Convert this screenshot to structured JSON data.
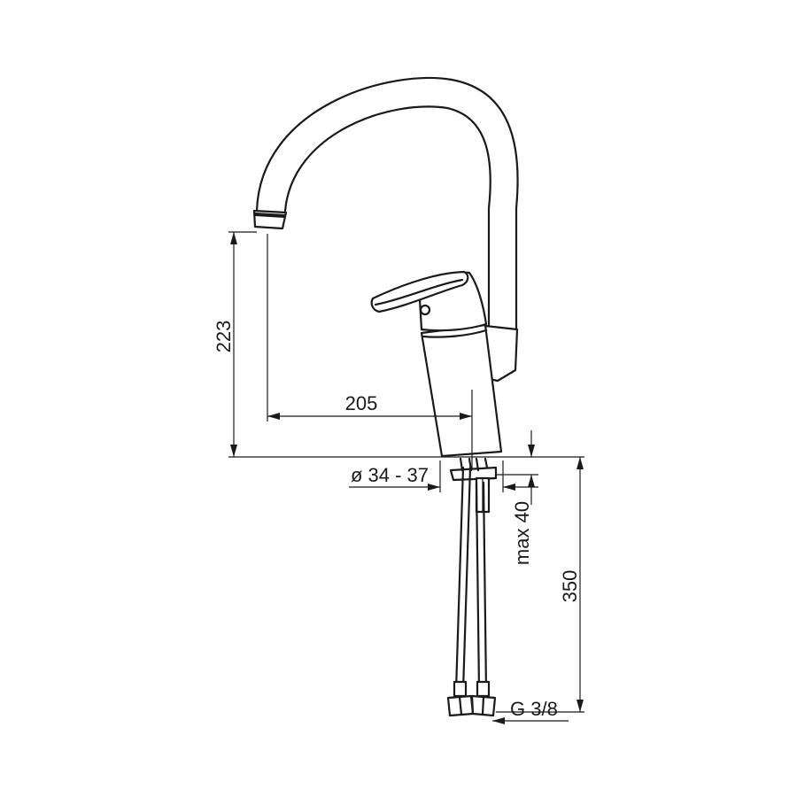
{
  "diagram": {
    "subject": "single-lever kitchen faucet with high swivel spout",
    "units": "mm",
    "line_color": "#1a1a1a",
    "background_color": "#ffffff"
  },
  "dimensions": {
    "spout_height": "223",
    "spout_reach": "205",
    "hole_diameter": "ø 34 - 37",
    "max_deck_thickness": "max 40",
    "hose_length": "350",
    "connection_thread": "G 3/8"
  }
}
